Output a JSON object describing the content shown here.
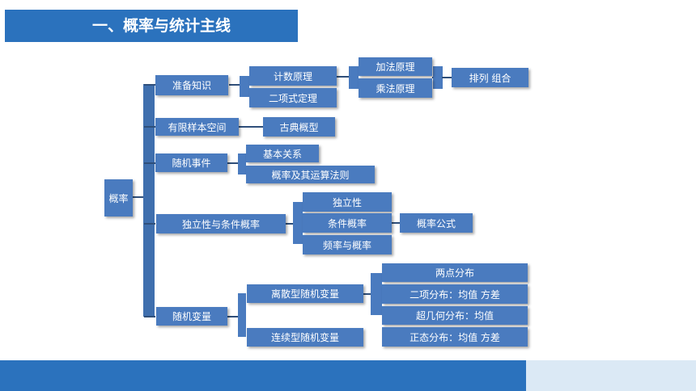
{
  "title": "一、概率与统计主线",
  "colors": {
    "accent": "#2b72bd",
    "node": "#4a7bbf",
    "footer_light": "#dbe9f5"
  },
  "nodes": {
    "root": "概率",
    "prep": "准备知识",
    "counting": "计数原理",
    "add_rule": "加法原理",
    "mult_rule": "乘法原理",
    "perm_comb": "排列 组合",
    "binomial": "二项式定理",
    "finite_space": "有限样本空间",
    "classical": "古典概型",
    "random_event": "随机事件",
    "basic_rel": "基本关系",
    "prob_rules": "概率及其运算法则",
    "indep_cond": "独立性与条件概率",
    "independence": "独立性",
    "cond_prob": "条件概率",
    "prob_formula": "概率公式",
    "freq_prob": "频率与概率",
    "random_var": "随机变量",
    "discrete": "离散型随机变量",
    "continuous": "连续型随机变量",
    "two_point": "两点分布",
    "binom_dist": "二项分布：均值  方差",
    "hypergeo": "超几何分布：均值",
    "normal": "正态分布：均值  方差"
  }
}
